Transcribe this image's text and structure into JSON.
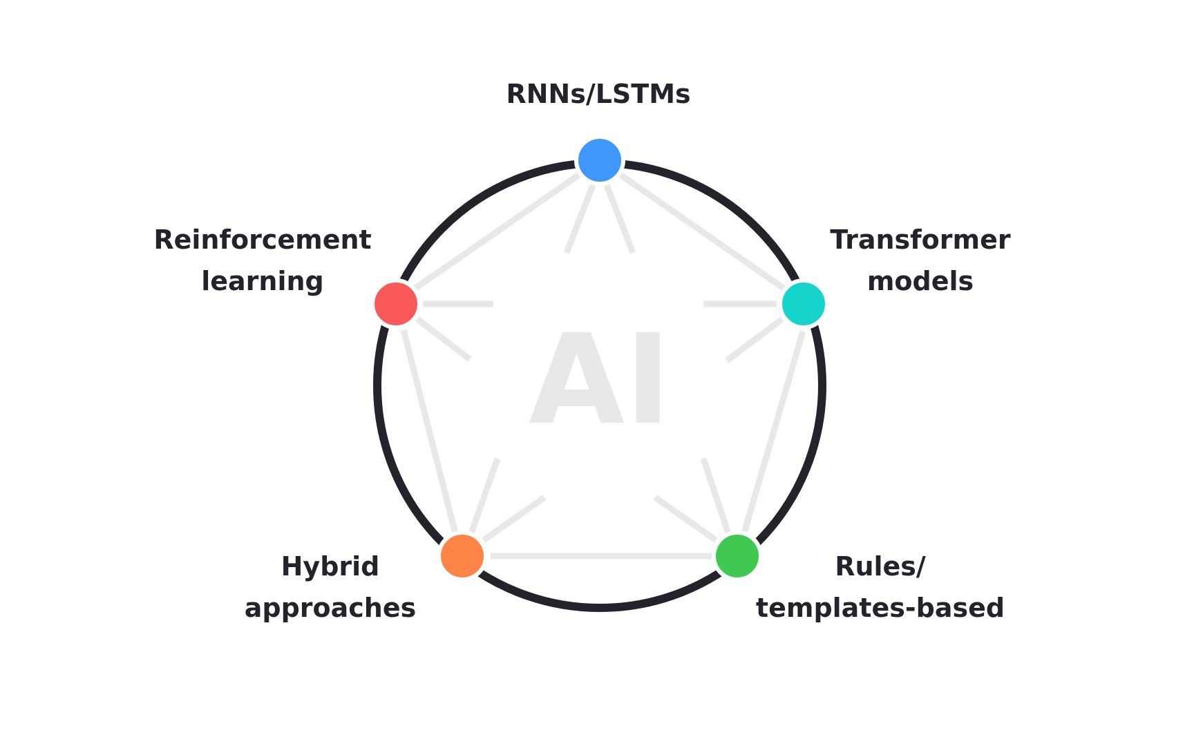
{
  "diagram": {
    "center_label": "AI",
    "nodes": [
      {
        "id": "rnn",
        "lines": [
          "RNNs/LSTMs"
        ],
        "color": "#3f97fb"
      },
      {
        "id": "transformer",
        "lines": [
          "Transformer",
          "models"
        ],
        "color": "#16d4cc"
      },
      {
        "id": "rules",
        "lines": [
          "Rules/",
          "templates-based"
        ],
        "color": "#40c950"
      },
      {
        "id": "hybrid",
        "lines": [
          "Hybrid",
          "approaches"
        ],
        "color": "#ff8447"
      },
      {
        "id": "reinforcement",
        "lines": [
          "Reinforcement",
          "learning"
        ],
        "color": "#f95959"
      }
    ],
    "colors": {
      "ring": "#22232b",
      "links": "#e8e8e8",
      "text": "#22232b",
      "background": "#ffffff"
    }
  }
}
